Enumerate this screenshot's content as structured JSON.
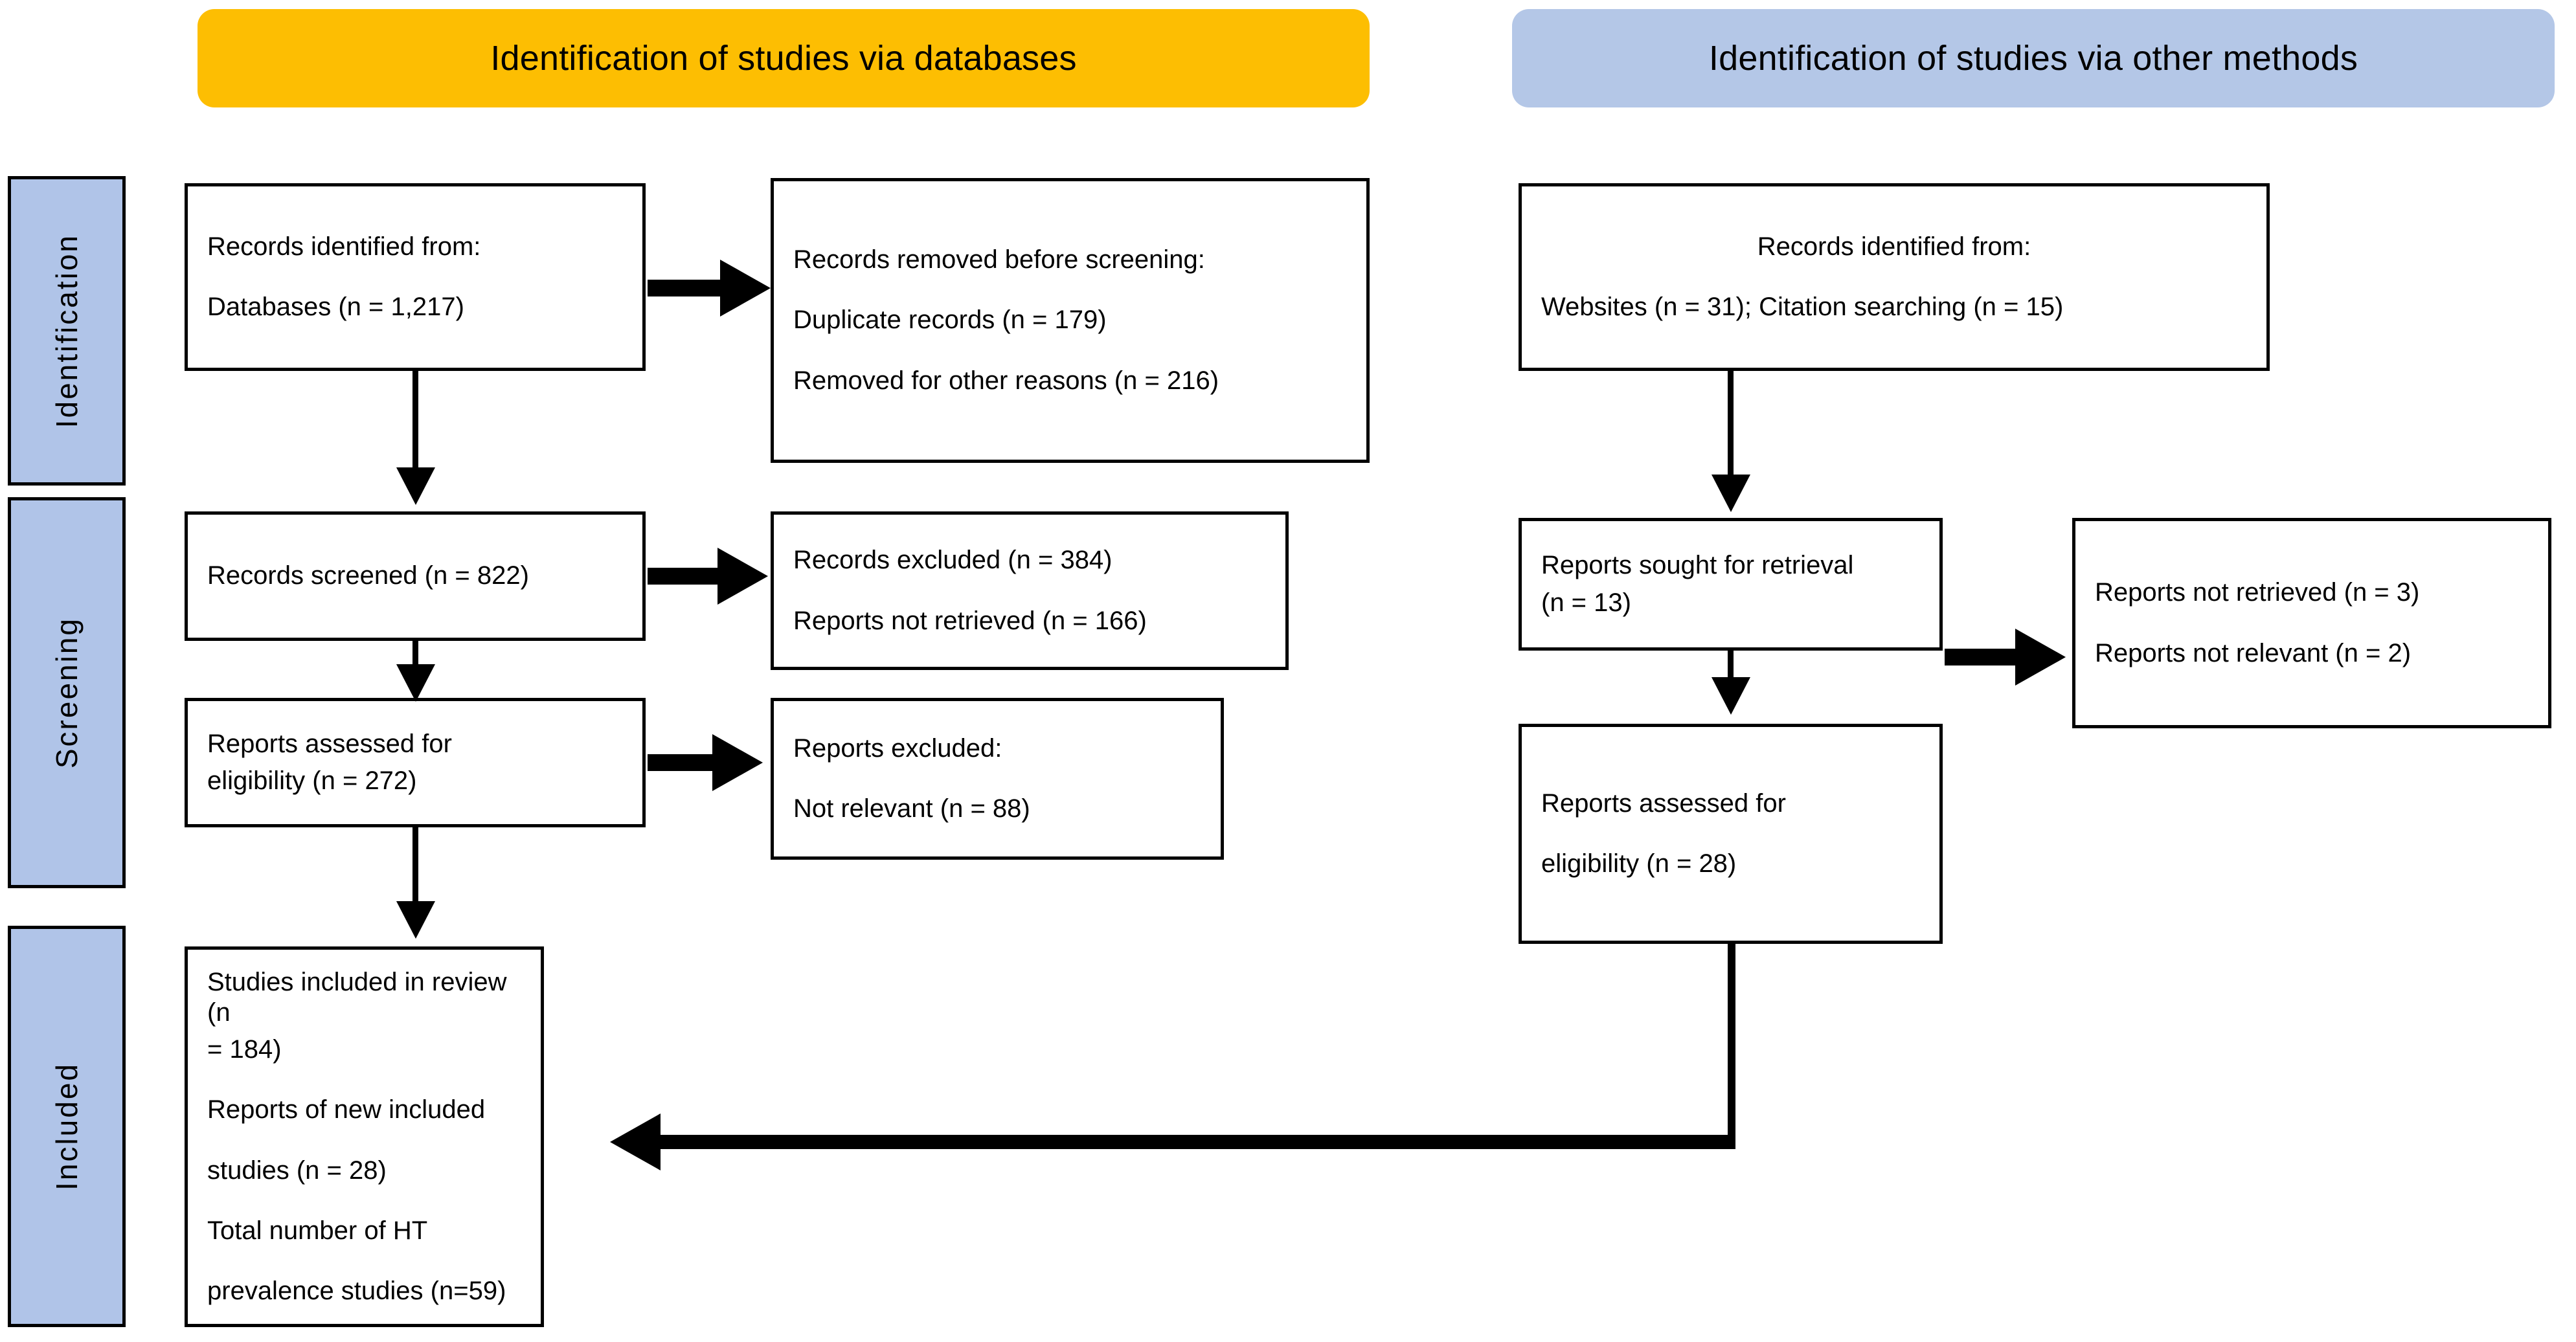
{
  "headers": {
    "databases": "Identification of studies via databases",
    "other_methods": "Identification of studies via other methods"
  },
  "stage_labels": {
    "identification": "Identification",
    "screening": "Screening",
    "included": "Included"
  },
  "colors": {
    "banner_orange": "#FDBE02",
    "banner_blue": "#B4C7E7",
    "stage_label_blue": "#B0C4E8",
    "border": "#000000",
    "text": "#000000",
    "background": "#FFFFFF"
  },
  "databases_column": {
    "identified": {
      "line1": "Records identified from:",
      "line2": "Databases (n = 1,217)"
    },
    "removed": {
      "line1": "Records removed before screening:",
      "line2": "Duplicate records (n = 179)",
      "line3": "Removed for other reasons (n = 216)"
    },
    "screened": {
      "line1": "Records screened (n = 822)"
    },
    "excluded": {
      "line1": "Records excluded (n = 384)",
      "line2": "Reports not retrieved (n = 166)"
    },
    "assessed": {
      "line1": "Reports assessed for",
      "line2": "eligibility (n = 272)"
    },
    "reports_excluded": {
      "line1": "Reports excluded:",
      "line2": "Not relevant (n = 88)"
    },
    "included": {
      "line1": "Studies included in review (n",
      "line2": "= 184)",
      "line3": "Reports of new included",
      "line4": "studies (n = 28)",
      "line5": "Total number of HT",
      "line6": "prevalence studies (n=59)"
    }
  },
  "other_methods_column": {
    "identified": {
      "line1": "Records identified from:",
      "line2": "Websites (n = 31); Citation searching (n = 15)"
    },
    "sought": {
      "line1": "Reports sought for retrieval",
      "line2": "(n = 13)"
    },
    "not_retrieved": {
      "line1": "Reports not retrieved (n = 3)",
      "line2": "Reports not relevant (n = 2)"
    },
    "assessed": {
      "line1": "Reports assessed for",
      "line2": "eligibility (n = 28)"
    }
  }
}
